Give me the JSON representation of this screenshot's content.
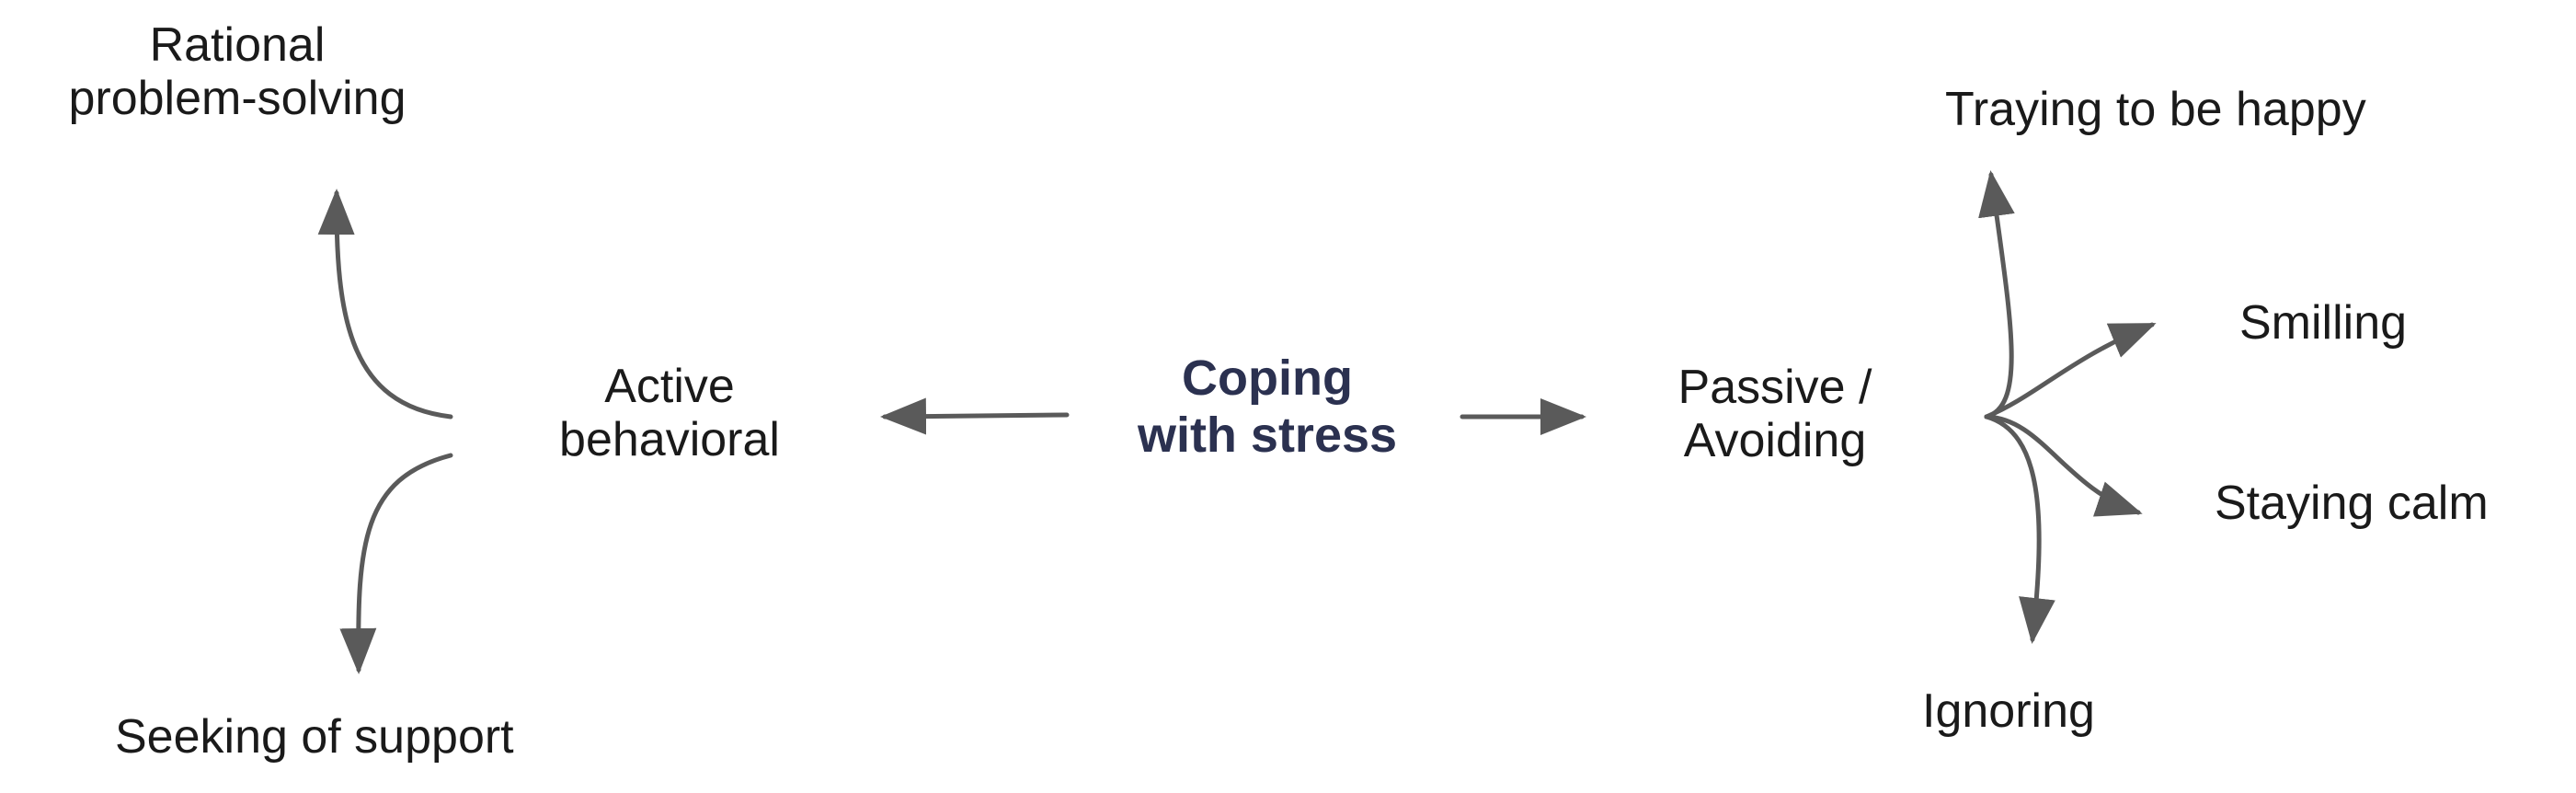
{
  "diagram": {
    "center": {
      "line1": "Coping",
      "line2": "with stress"
    },
    "left_branch": {
      "label": {
        "line1": "Active",
        "line2": "behavioral"
      },
      "children": [
        {
          "line1": "Rational",
          "line2": "problem-solving"
        },
        {
          "line1": "Seeking of support"
        }
      ]
    },
    "right_branch": {
      "label": {
        "line1": "Passive /",
        "line2": "Avoiding"
      },
      "children": [
        {
          "line1": "Traying to be happy"
        },
        {
          "line1": "Smilling"
        },
        {
          "line1": "Staying calm"
        },
        {
          "line1": "Ignoring"
        }
      ]
    }
  },
  "colors": {
    "arrow": "#5a5a5a",
    "text": "#1a1a1a",
    "center_text": "#2b3150",
    "background": "#ffffff"
  }
}
